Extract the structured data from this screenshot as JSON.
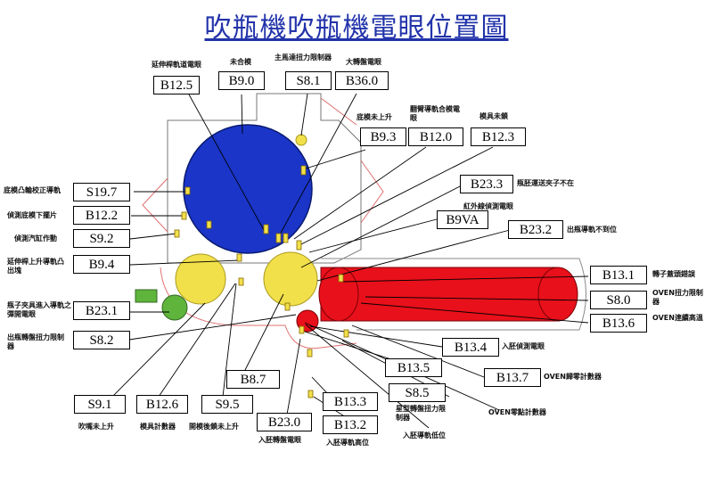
{
  "title": "吹瓶機吹瓶機電眼位置圖",
  "colors": {
    "blue": "#1a35c8",
    "yellow": "#f1e04a",
    "red": "#e8101a",
    "green": "#5fb53c",
    "title": "#2233aa"
  },
  "boxes": {
    "b12_5": "B12.5",
    "b9_0": "B9.0",
    "s8_1": "S8.1",
    "b36_0": "B36.0",
    "b9_3": "B9.3",
    "b12_0": "B12.0",
    "b12_3": "B12.3",
    "s19_7": "S19.7",
    "b12_2": "B12.2",
    "s9_2": "S9.2",
    "b9_4": "B9.4",
    "b23_3": "B23.3",
    "b9va": "B9VA",
    "b23_2": "B23.2",
    "b13_1": "B13.1",
    "s8_0": "S8.0",
    "b13_6": "B13.6",
    "b23_1": "B23.1",
    "s8_2": "S8.2",
    "b13_4": "B13.4",
    "b13_5": "B13.5",
    "b13_7": "B13.7",
    "s8_5": "S8.5",
    "b8_7": "B8.7",
    "s9_1": "S9.1",
    "b12_6": "B12.6",
    "s9_5": "S9.5",
    "b23_0": "B23.0",
    "b13_3": "B13.3",
    "b13_2": "B13.2"
  },
  "labels": {
    "b12_5": "延伸桿軌道電眼",
    "b9_0": "未合模",
    "s8_1": "主馬達扭力限制器",
    "b36_0": "大轉盤電眼",
    "b9_3": "底模未上升",
    "b12_0": "翻臂導軌合模電眼",
    "b12_3": "模具未鎖",
    "s19_7": "底模凸輪校正導軌",
    "b12_2": "偵測底模下擺片",
    "s9_2": "偵測汽缸作動",
    "b9_4": "延伸桿上升導軌凸出塊",
    "b23_3": "瓶胚運送夾子不在",
    "b9va": "紅外線偵測電眼",
    "b23_2": "出瓶導軌不到位",
    "b13_1": "轉子蓋頭錯誤",
    "s8_0": "OVEN扭力限制器",
    "b13_6": "OVEN連續高溫",
    "b23_1": "瓶子夾具進入導軌之彈開電眼",
    "s8_2": "出瓶轉盤扭力限制器",
    "b13_4": "入胚偵測電眼",
    "b13_7": "OVEN歸零計數器",
    "s8_5": "星型轉盤扭力限制器",
    "oven_zero": "OVEN零點計數器",
    "b13_2": "入胚導軌高位",
    "inlet_low": "入胚導軌低位",
    "b23_0": "入胚轉盤電眼",
    "s9_1": "吹嘴未上升",
    "b12_6": "模具計數器",
    "s9_5": "開模後鎖未上升"
  }
}
